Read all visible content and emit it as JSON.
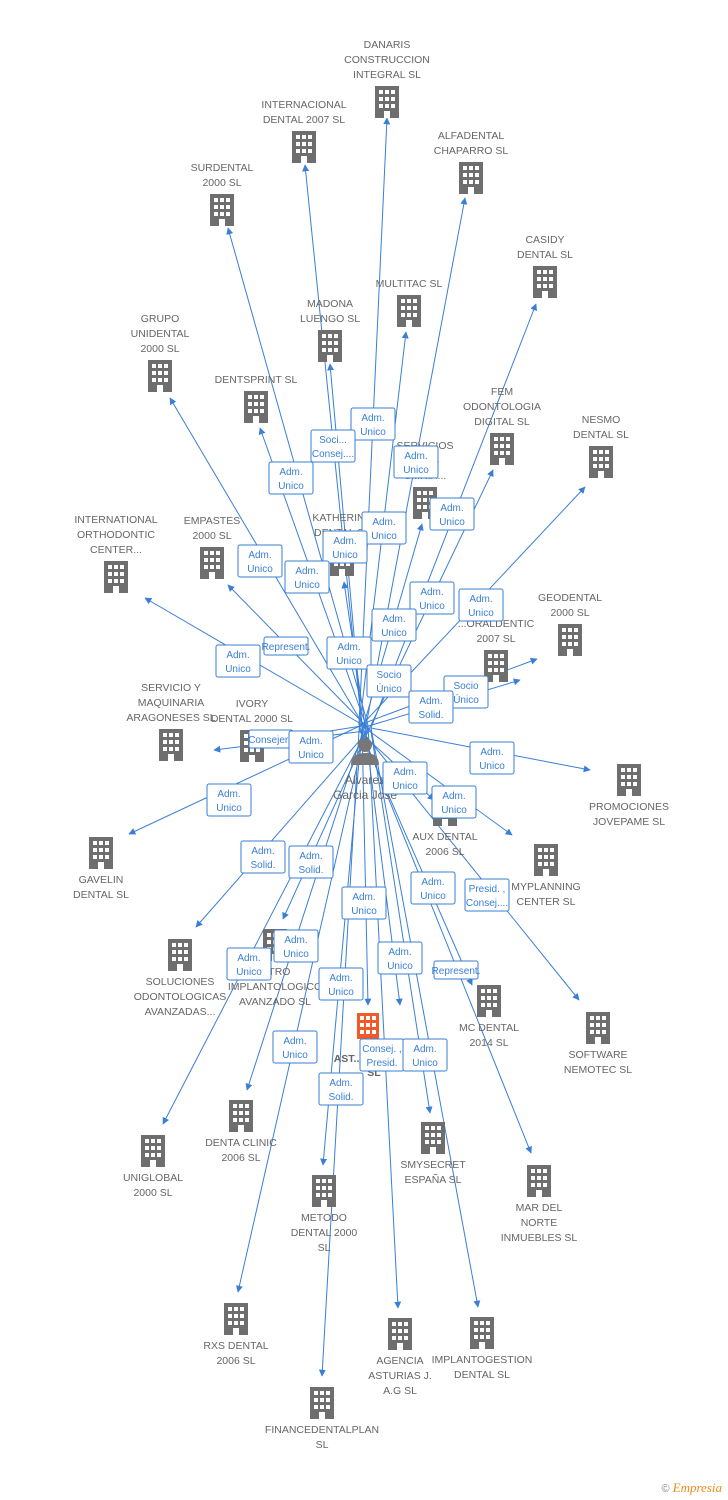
{
  "diagram": {
    "colors": {
      "edge": "#3a7fd5",
      "building": "#6e6e6e",
      "highlight": "#f05a28",
      "person": "#777777",
      "label": "#666666"
    },
    "center": {
      "name_lines": [
        "Alvarez",
        "Garcia Jose"
      ],
      "icon": "person-icon"
    },
    "highlight_node": {
      "label_lines": [
        "AST...",
        "SL"
      ],
      "icon": "building-icon"
    },
    "companies": [
      {
        "id": "danaris",
        "lines": [
          "DANARIS",
          "CONSTRUCCION",
          "INTEGRAL SL"
        ]
      },
      {
        "id": "internacional-dental",
        "lines": [
          "INTERNACIONAL",
          "DENTAL 2007 SL"
        ]
      },
      {
        "id": "alfadental",
        "lines": [
          "ALFADENTAL",
          "CHAPARRO SL"
        ]
      },
      {
        "id": "surdental",
        "lines": [
          "SURDENTAL",
          "2000 SL"
        ]
      },
      {
        "id": "casidy",
        "lines": [
          "CASIDY",
          "DENTAL SL"
        ]
      },
      {
        "id": "multitac",
        "lines": [
          "MULTITAC  SL"
        ]
      },
      {
        "id": "madona",
        "lines": [
          "MADONA",
          "LUENGO SL"
        ]
      },
      {
        "id": "grupo-unidental",
        "lines": [
          "GRUPO",
          "UNIDENTAL",
          "2000 SL"
        ]
      },
      {
        "id": "dentsprint",
        "lines": [
          "DENTSPRINT SL"
        ]
      },
      {
        "id": "fem",
        "lines": [
          "FEM",
          "ODONTOLOGIA",
          "DIGITAL  SL"
        ]
      },
      {
        "id": "nesmo",
        "lines": [
          "NESMO",
          "DENTAL SL"
        ]
      },
      {
        "id": "servicios",
        "lines": [
          "SERVICIOS",
          "...LES",
          "C...RIA..."
        ]
      },
      {
        "id": "katherina",
        "lines": [
          "KATHERINA",
          "DENTAL SL"
        ]
      },
      {
        "id": "international-ortho",
        "lines": [
          "INTERNATIONAL",
          "ORTHODONTIC",
          "CENTER..."
        ]
      },
      {
        "id": "empastes",
        "lines": [
          "EMPASTES",
          "2000 SL"
        ]
      },
      {
        "id": "geodental",
        "lines": [
          "GEODENTAL",
          "2000 SL"
        ]
      },
      {
        "id": "oraldentic",
        "lines": [
          "...ORALDENTIC",
          "2007 SL"
        ]
      },
      {
        "id": "servicio-maquinaria",
        "lines": [
          "SERVICIO Y",
          "MAQUINARIA",
          "ARAGONESES SL"
        ]
      },
      {
        "id": "ivory",
        "lines": [
          "IVORY",
          "DENTAL 2000 SL"
        ]
      },
      {
        "id": "promociones",
        "lines": [
          "PROMOCIONES",
          "JOVEPAME SL"
        ]
      },
      {
        "id": "aux-dental",
        "lines": [
          "AUX DENTAL",
          "2006 SL"
        ]
      },
      {
        "id": "gavelin",
        "lines": [
          "GAVELIN",
          "DENTAL SL"
        ]
      },
      {
        "id": "myplanning",
        "lines": [
          "MYPLANNING",
          "CENTER  SL"
        ]
      },
      {
        "id": "soluciones",
        "lines": [
          "SOLUCIONES",
          "ODONTOLOGICAS",
          "AVANZADAS..."
        ]
      },
      {
        "id": "centro-implanto",
        "lines": [
          "...TRO",
          "IMPLANTOLOGICO",
          "AVANZADO SL"
        ]
      },
      {
        "id": "mc-dental",
        "lines": [
          "MC DENTAL",
          "2014  SL"
        ]
      },
      {
        "id": "software-nemotec",
        "lines": [
          "SOFTWARE",
          "NEMOTEC SL"
        ]
      },
      {
        "id": "denta-clinic",
        "lines": [
          "DENTA CLINIC",
          "2006 SL"
        ]
      },
      {
        "id": "unIglobal",
        "lines": [
          "UNIGLOBAL",
          "2000  SL"
        ]
      },
      {
        "id": "smysecret",
        "lines": [
          "SMYSECRET",
          "ESPAÑA  SL"
        ]
      },
      {
        "id": "mar-del-norte",
        "lines": [
          "MAR DEL",
          "NORTE",
          "INMUEBLES SL"
        ]
      },
      {
        "id": "metodo",
        "lines": [
          "METODO",
          "DENTAL 2000",
          "SL"
        ]
      },
      {
        "id": "rxs",
        "lines": [
          "RXS DENTAL",
          "2006 SL"
        ]
      },
      {
        "id": "agencia",
        "lines": [
          "AGENCIA",
          "ASTURIAS J.",
          "A.G SL"
        ]
      },
      {
        "id": "implantogestion",
        "lines": [
          "IMPLANTOGESTION",
          "DENTAL  SL"
        ]
      },
      {
        "id": "financedental",
        "lines": [
          "FINANCEDENTALPLAN",
          "SL"
        ]
      }
    ],
    "roles": [
      [
        "Adm.",
        "Unico"
      ],
      [
        "Soci...",
        "Consej...."
      ],
      [
        "Adm.",
        "Unico"
      ],
      [
        "Adm.",
        "Unico"
      ],
      [
        "Adm.",
        "Unico"
      ],
      [
        "Adm.",
        "Unico"
      ],
      [
        "Adm.",
        "Unico"
      ],
      [
        "Adm.",
        "Unico"
      ],
      [
        "Adm.",
        "Unico"
      ],
      [
        "Represent."
      ],
      [
        "Adm.",
        "Unico"
      ],
      [
        "Adm.",
        "Unico"
      ],
      [
        "Adm.",
        "Unico"
      ],
      [
        "Adm.",
        "Unico"
      ],
      [
        "Adm.",
        "Unico"
      ],
      [
        "Socio",
        "Único"
      ],
      [
        "Socio",
        "Único"
      ],
      [
        "Adm.",
        "Solid."
      ],
      [
        "Consejero"
      ],
      [
        "Adm.",
        "Unico"
      ],
      [
        "Adm.",
        "Unico"
      ],
      [
        "Adm.",
        "Unico"
      ],
      [
        "Adm.",
        "Unico"
      ],
      [
        "Adm.",
        "Unico"
      ],
      [
        "Adm.",
        "Solid."
      ],
      [
        "Adm.",
        "Solid."
      ],
      [
        "Adm.",
        "Unico"
      ],
      [
        "Adm.",
        "Unico"
      ],
      [
        "Presid. ,",
        "Consej...."
      ],
      [
        "Adm.",
        "Unico"
      ],
      [
        "Adm.",
        "Unico"
      ],
      [
        "Adm.",
        "Unico"
      ],
      [
        "Represent."
      ],
      [
        "Adm.",
        "Unico"
      ],
      [
        "Consej. ,",
        "Presid."
      ],
      [
        "Adm.",
        "Unico"
      ],
      [
        "Adm.",
        "Unico"
      ],
      [
        "Adm.",
        "Solid."
      ]
    ],
    "footer": {
      "copyright": "©",
      "brand": "Empresia"
    }
  }
}
